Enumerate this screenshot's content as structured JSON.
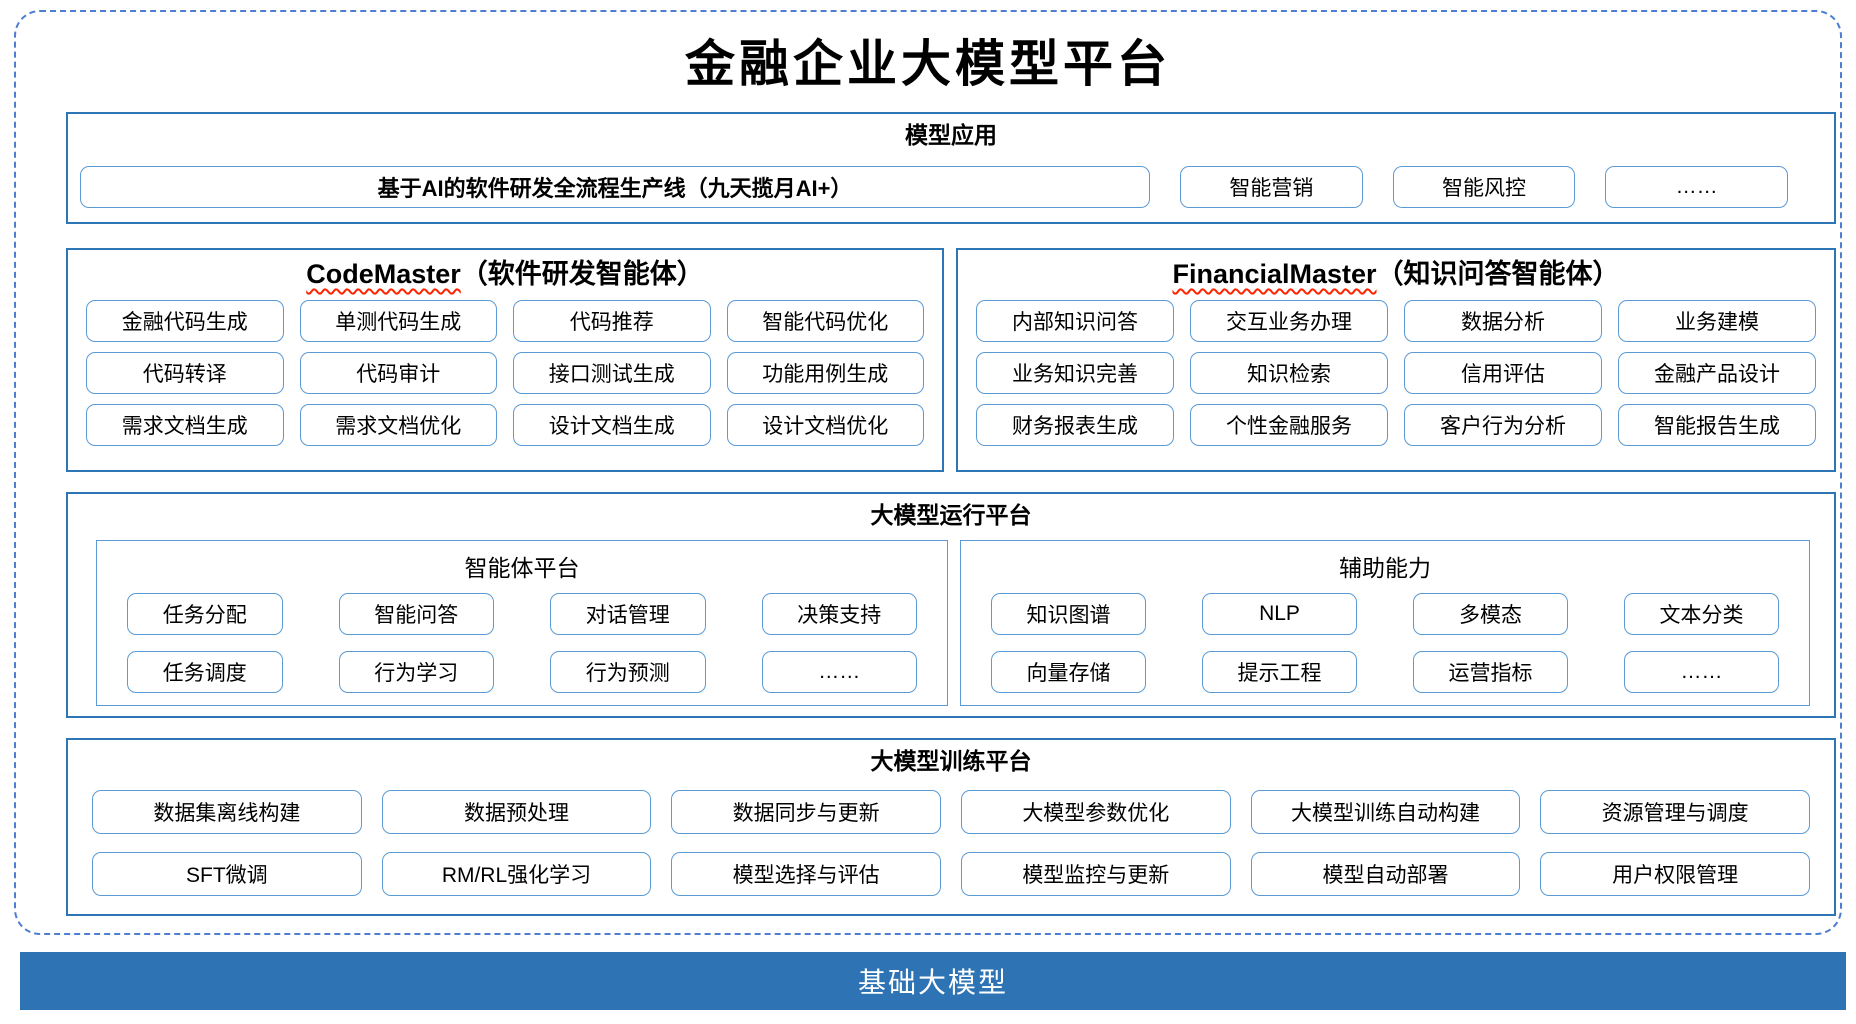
{
  "page": {
    "title": "金融企业大模型平台"
  },
  "colors": {
    "outer_dashed_border": "#4e7ed2",
    "section_border": "#2E75B6",
    "item_border": "#5B9BD5",
    "base_bar_background": "#2E74B5",
    "base_bar_text": "#ffffff",
    "wavy_underline": "#ff2400"
  },
  "sections": {
    "model_app": {
      "title": "模型应用",
      "main_item": "基于AI的软件研发全流程生产线（九天揽月AI+）",
      "items": [
        "智能营销",
        "智能风控",
        "……"
      ]
    },
    "code_master": {
      "title_en": "CodeMaster",
      "title_cn": "（软件研发智能体）",
      "items": [
        "金融代码生成",
        "单测代码生成",
        "代码推荐",
        "智能代码优化",
        "代码转译",
        "代码审计",
        "接口测试生成",
        "功能用例生成",
        "需求文档生成",
        "需求文档优化",
        "设计文档生成",
        "设计文档优化"
      ]
    },
    "financial_master": {
      "title_en": "FinancialMaster",
      "title_cn": "（知识问答智能体）",
      "items": [
        "内部知识问答",
        "交互业务办理",
        "数据分析",
        "业务建模",
        "业务知识完善",
        "知识检索",
        "信用评估",
        "金融产品设计",
        "财务报表生成",
        "个性金融服务",
        "客户行为分析",
        "智能报告生成"
      ]
    },
    "runtime": {
      "title": "大模型运行平台",
      "agent_platform": {
        "title": "智能体平台",
        "items": [
          "任务分配",
          "智能问答",
          "对话管理",
          "决策支持",
          "任务调度",
          "行为学习",
          "行为预测",
          "……"
        ]
      },
      "aux_ability": {
        "title": "辅助能力",
        "items": [
          "知识图谱",
          "NLP",
          "多模态",
          "文本分类",
          "向量存储",
          "提示工程",
          "运营指标",
          "……"
        ]
      }
    },
    "training": {
      "title": "大模型训练平台",
      "items": [
        "数据集离线构建",
        "数据预处理",
        "数据同步与更新",
        "大模型参数优化",
        "大模型训练自动构建",
        "资源管理与调度",
        "SFT微调",
        "RM/RL强化学习",
        "模型选择与评估",
        "模型监控与更新",
        "模型自动部署",
        "用户权限管理"
      ]
    },
    "base_model": {
      "title": "基础大模型"
    }
  }
}
